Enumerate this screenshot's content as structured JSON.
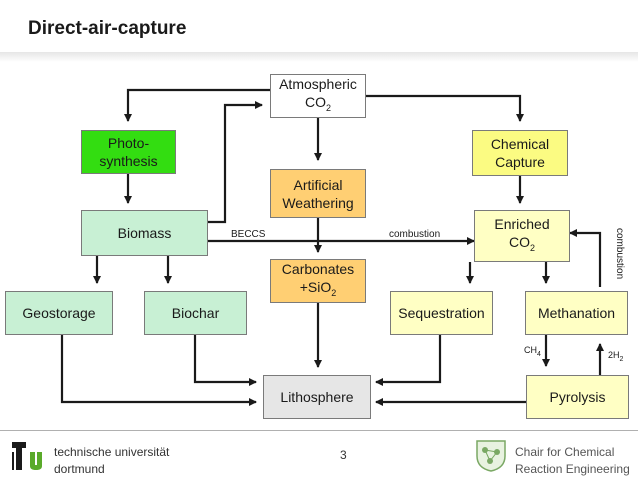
{
  "title": "Direct-air-capture",
  "nodes": {
    "atmospheric": {
      "line1": "Atmospheric",
      "line2": "CO",
      "sub": "2"
    },
    "photosynthesis": {
      "line1": "Photo-",
      "line2": "synthesis"
    },
    "chemical_capture": {
      "line1": "Chemical",
      "line2": "Capture"
    },
    "artificial_weathering": {
      "line1": "Artificial",
      "line2": "Weathering"
    },
    "biomass": {
      "label": "Biomass"
    },
    "enriched": {
      "line1": "Enriched",
      "line2": "CO",
      "sub": "2"
    },
    "carbonates": {
      "line1": "Carbonates",
      "line2": "+SiO",
      "sub": "2"
    },
    "geostorage": {
      "label": "Geostorage"
    },
    "biochar": {
      "label": "Biochar"
    },
    "sequestration": {
      "label": "Sequestration"
    },
    "methanation": {
      "label": "Methanation"
    },
    "lithosphere": {
      "label": "Lithosphere"
    },
    "pyrolysis": {
      "label": "Pyrolysis"
    }
  },
  "edge_labels": {
    "beccs": "BECCS",
    "combustion_left": "combustion",
    "combustion_right": "combustion",
    "ch4": "CH",
    "ch4_sub": "4",
    "h2": "2H",
    "h2_sub": "2"
  },
  "footer": {
    "university_line1": "technische universität",
    "university_line2": "dortmund",
    "page_number": "3",
    "chair_line1": "Chair for Chemical",
    "chair_line2": "Reaction Engineering"
  },
  "colors": {
    "photosynthesis": "#33dd11",
    "biomass": "#c8f0d4",
    "artificial_weathering": "#ffcf73",
    "chemical_capture": "#fbfb82",
    "lithosphere": "#e6e6e6"
  }
}
